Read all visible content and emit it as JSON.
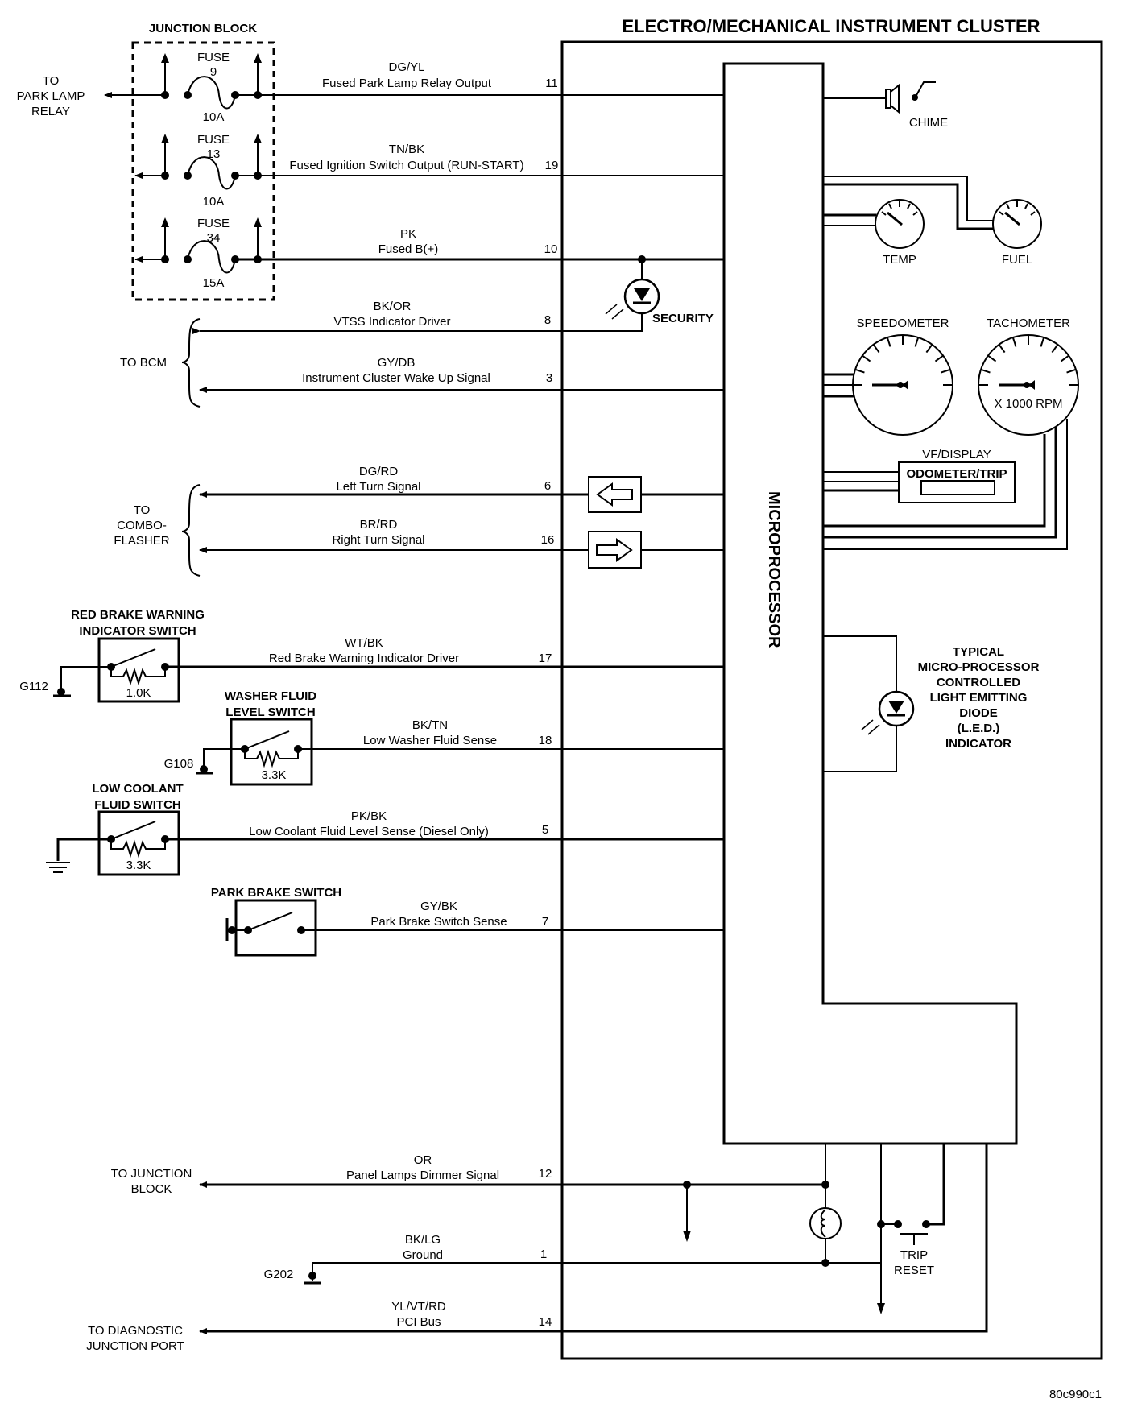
{
  "diagram": {
    "title": "ELECTRO/MECHANICAL INSTRUMENT CLUSTER",
    "figure_id": "80c990c1",
    "microprocessor_label": "MICROPROCESSOR",
    "junction_block": {
      "title": "JUNCTION BLOCK",
      "fuses": [
        {
          "label": "FUSE",
          "number": "9",
          "rating": "10A"
        },
        {
          "label": "FUSE",
          "number": "13",
          "rating": "10A"
        },
        {
          "label": "FUSE",
          "number": "34",
          "rating": "15A"
        }
      ]
    },
    "destinations": {
      "park_lamp_relay": [
        "TO",
        "PARK LAMP",
        "RELAY"
      ],
      "bcm": "TO BCM",
      "combo_flasher": [
        "TO",
        "COMBO-",
        "FLASHER"
      ],
      "junction_block": [
        "TO JUNCTION",
        "BLOCK"
      ],
      "diagnostic_port": [
        "TO DIAGNOSTIC",
        "JUNCTION PORT"
      ]
    },
    "circuits": [
      {
        "color": "DG/YL",
        "name": "Fused Park Lamp Relay Output",
        "pin": "11"
      },
      {
        "color": "TN/BK",
        "name": "Fused Ignition Switch Output (RUN-START)",
        "pin": "19"
      },
      {
        "color": "PK",
        "name": "Fused B(+)",
        "pin": "10"
      },
      {
        "color": "BK/OR",
        "name": "VTSS Indicator Driver",
        "pin": "8"
      },
      {
        "color": "GY/DB",
        "name": "Instrument Cluster Wake Up Signal",
        "pin": "3"
      },
      {
        "color": "DG/RD",
        "name": "Left Turn Signal",
        "pin": "6"
      },
      {
        "color": "BR/RD",
        "name": "Right Turn Signal",
        "pin": "16"
      },
      {
        "color": "WT/BK",
        "name": "Red Brake Warning Indicator Driver",
        "pin": "17"
      },
      {
        "color": "BK/TN",
        "name": "Low Washer Fluid Sense",
        "pin": "18"
      },
      {
        "color": "PK/BK",
        "name": "Low Coolant Fluid Level Sense (Diesel Only)",
        "pin": "5"
      },
      {
        "color": "GY/BK",
        "name": "Park Brake Switch Sense",
        "pin": "7"
      },
      {
        "color": "OR",
        "name": "Panel Lamps Dimmer Signal",
        "pin": "12"
      },
      {
        "color": "BK/LG",
        "name": "Ground",
        "pin": "1"
      },
      {
        "color": "YL/VT/RD",
        "name": "PCI Bus",
        "pin": "14"
      }
    ],
    "switches": {
      "red_brake": {
        "title": [
          "RED BRAKE WARNING",
          "INDICATOR SWITCH"
        ],
        "resistor": "1.0K",
        "ground": "G112"
      },
      "washer": {
        "title": [
          "WASHER FLUID",
          "LEVEL SWITCH"
        ],
        "resistor": "3.3K",
        "ground": "G108"
      },
      "coolant": {
        "title": [
          "LOW COOLANT",
          "FLUID SWITCH"
        ],
        "resistor": "3.3K"
      },
      "park_brake": {
        "title": "PARK BRAKE SWITCH"
      }
    },
    "ground_g202": "G202",
    "cluster_components": {
      "chime": "CHIME",
      "temp": "TEMP",
      "fuel": "FUEL",
      "speedometer": "SPEEDOMETER",
      "tachometer": "TACHOMETER",
      "tach_units": "X 1000 RPM",
      "vf_display": "VF/DISPLAY",
      "odometer": "ODOMETER/TRIP",
      "security": "SECURITY",
      "led_note": [
        "TYPICAL",
        "MICRO-PROCESSOR",
        "CONTROLLED",
        "LIGHT EMITTING",
        "DIODE",
        "(L.E.D.)",
        "INDICATOR"
      ],
      "trip_reset": [
        "TRIP",
        "RESET"
      ]
    }
  }
}
